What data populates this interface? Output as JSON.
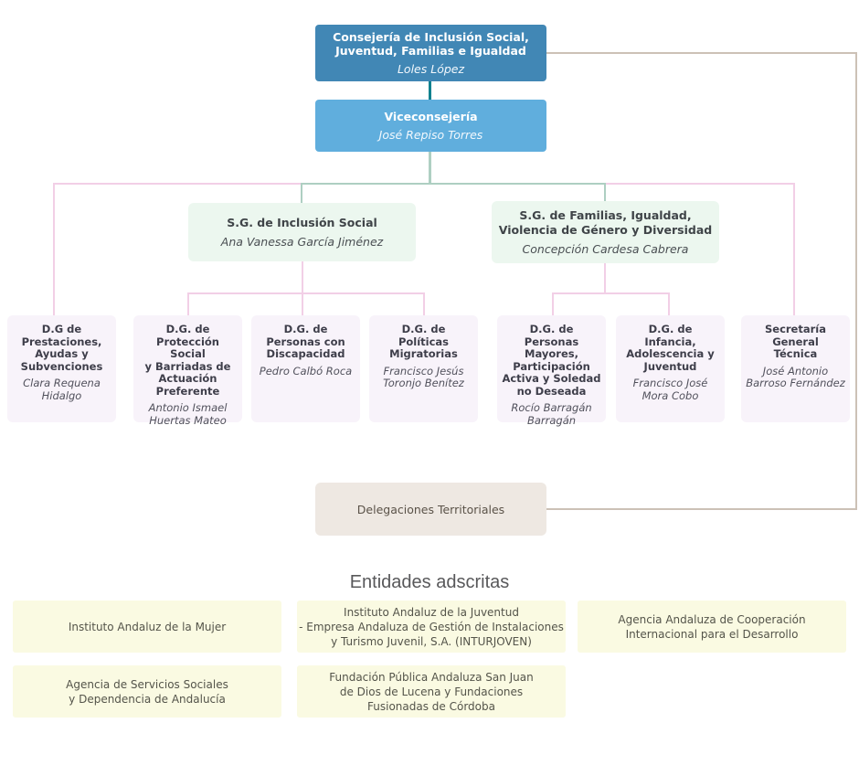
{
  "org": {
    "consejeria": {
      "title": [
        "Consejería de Inclusión Social,",
        "Juventud, Familias e Igualdad"
      ],
      "name": "Loles López"
    },
    "viceconsejeria": {
      "title": "Viceconsejería",
      "name": "José Repiso Torres"
    },
    "secretarias_generales": [
      {
        "title": "S.G. de Inclusión Social",
        "name": "Ana Vanessa García Jiménez"
      },
      {
        "title": [
          "S.G. de Familias, Igualdad,",
          "Violencia de Género y Diversidad"
        ],
        "name": "Concepción Cardesa Cabrera"
      }
    ],
    "direcciones": [
      {
        "title": [
          "D.G de",
          "Prestaciones,",
          "Ayudas y",
          "Subvenciones"
        ],
        "name": [
          "Clara Requena",
          "Hidalgo"
        ]
      },
      {
        "title": [
          "D.G. de",
          "Protección Social",
          "y Barriadas de",
          "Actuación",
          "Preferente"
        ],
        "name": [
          "Antonio Ismael",
          "Huertas Mateo"
        ]
      },
      {
        "title": [
          "D.G. de",
          "Personas con",
          "Discapacidad"
        ],
        "name": [
          "Pedro Calbó Roca"
        ]
      },
      {
        "title": [
          "D.G. de",
          "Políticas",
          "Migratorias"
        ],
        "name": [
          "Francisco Jesús",
          "Toronjo Benítez"
        ]
      },
      {
        "title": [
          "D.G. de",
          "Personas Mayores,",
          "Participación",
          "Activa y Soledad",
          "no Deseada"
        ],
        "name": [
          "Rocío Barragán",
          "Barragán"
        ]
      },
      {
        "title": [
          "D.G. de",
          "Infancia,",
          "Adolescencia y",
          "Juventud"
        ],
        "name": [
          "Francisco José",
          "Mora Cobo"
        ]
      },
      {
        "title": [
          "Secretaría",
          "General",
          "Técnica"
        ],
        "name": [
          "José Antonio",
          "Barroso Fernández"
        ]
      }
    ],
    "delegaciones": {
      "label": "Delegaciones Territoriales"
    },
    "entidades": {
      "heading": "Entidades adscritas",
      "items": [
        {
          "label": [
            "Instituto Andaluz de la Mujer"
          ]
        },
        {
          "label": [
            "Instituto Andaluz de la Juventud",
            "- Empresa Andaluza de Gestión de Instalaciones",
            "y Turismo Juvenil, S.A. (INTURJOVEN)"
          ]
        },
        {
          "label": [
            "Agencia Andaluza de Cooperación",
            "Internacional para el Desarrollo"
          ]
        },
        {
          "label": [
            "Agencia de Servicios Sociales",
            "y Dependencia de Andalucía"
          ]
        },
        {
          "label": [
            "Fundación Pública Andaluza San Juan",
            "de Dios de Lucena y Fundaciones",
            "Fusionadas de Córdoba"
          ]
        }
      ]
    },
    "colors": {
      "consejeria_bg": "#4187b5",
      "viceconsejeria_bg": "#60aedd",
      "sg_bg": "#ecf7ef",
      "dg_bg": "#f8f3fa",
      "delegaciones_bg": "#eee8e2",
      "entidad_bg": "#fafae2",
      "connector_teal": "#10818f",
      "connector_green": "#aecfc2",
      "connector_pink": "#f2cfe6",
      "connector_tan": "#ccc1b6"
    }
  }
}
